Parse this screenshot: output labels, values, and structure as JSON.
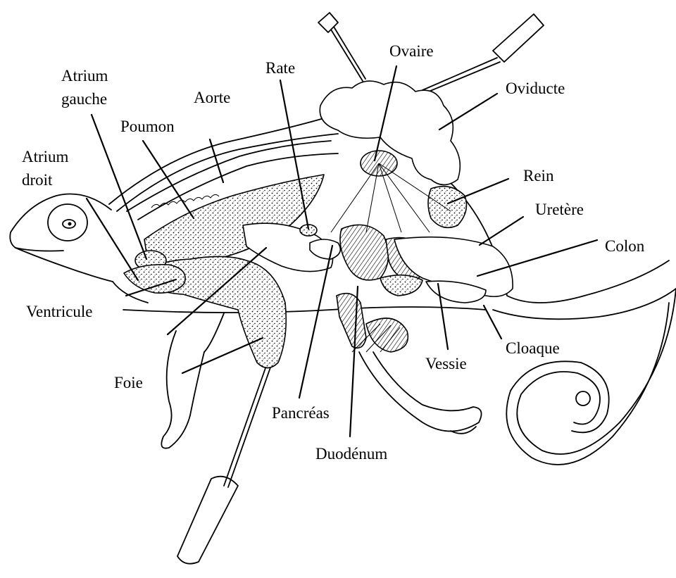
{
  "labels": {
    "ovaire": "Ovaire",
    "oviducte": "Oviducte",
    "rate": "Rate",
    "atrium_gauche_1": "Atrium",
    "atrium_gauche_2": "gauche",
    "aorte": "Aorte",
    "poumon": "Poumon",
    "atrium_droit_1": "Atrium",
    "atrium_droit_2": "droit",
    "rein": "Rein",
    "uretere": "Uretère",
    "colon": "Colon",
    "ventricule": "Ventricule",
    "cloaque": "Cloaque",
    "vessie": "Vessie",
    "foie": "Foie",
    "pancreas": "Pancréas",
    "duodenum": "Duodénum"
  }
}
